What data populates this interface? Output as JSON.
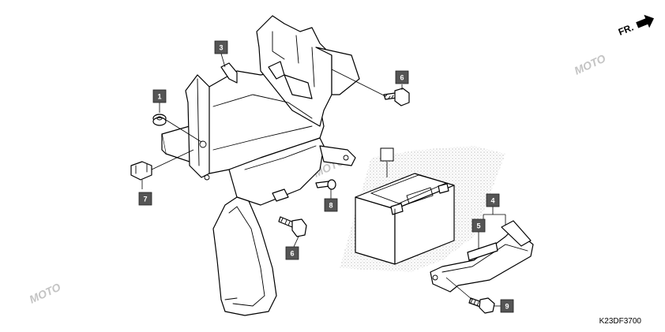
{
  "diagram": {
    "direction_label": "FR.",
    "drawing_code": "K23DF3700",
    "watermark_text": "MOTO",
    "callouts": [
      {
        "id": "c1",
        "label": "1"
      },
      {
        "id": "c3",
        "label": "3"
      },
      {
        "id": "c6a",
        "label": "6"
      },
      {
        "id": "c7",
        "label": "7"
      },
      {
        "id": "c8",
        "label": "8"
      },
      {
        "id": "c6b",
        "label": "6"
      },
      {
        "id": "cbattery",
        "label": ""
      },
      {
        "id": "c4",
        "label": "4"
      },
      {
        "id": "c5",
        "label": "5"
      },
      {
        "id": "c9",
        "label": "9"
      }
    ]
  }
}
